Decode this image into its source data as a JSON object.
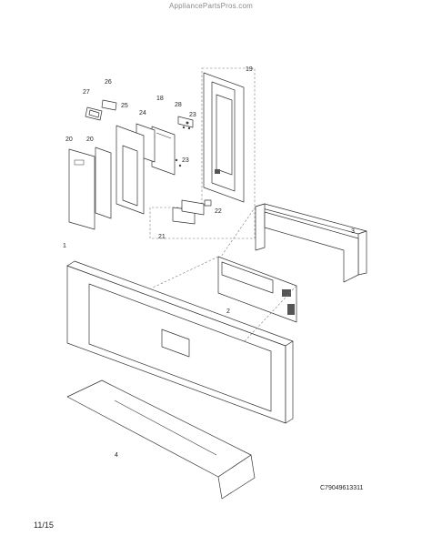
{
  "header": {
    "site": "AppliancePartsPros.com"
  },
  "diagram_code": "C79049613311",
  "page_number": "11/15",
  "callouts": [
    "1",
    "2",
    "3",
    "4",
    "18",
    "19",
    "20",
    "20",
    "21",
    "22",
    "23",
    "23",
    "24",
    "25",
    "26",
    "27",
    "28"
  ]
}
